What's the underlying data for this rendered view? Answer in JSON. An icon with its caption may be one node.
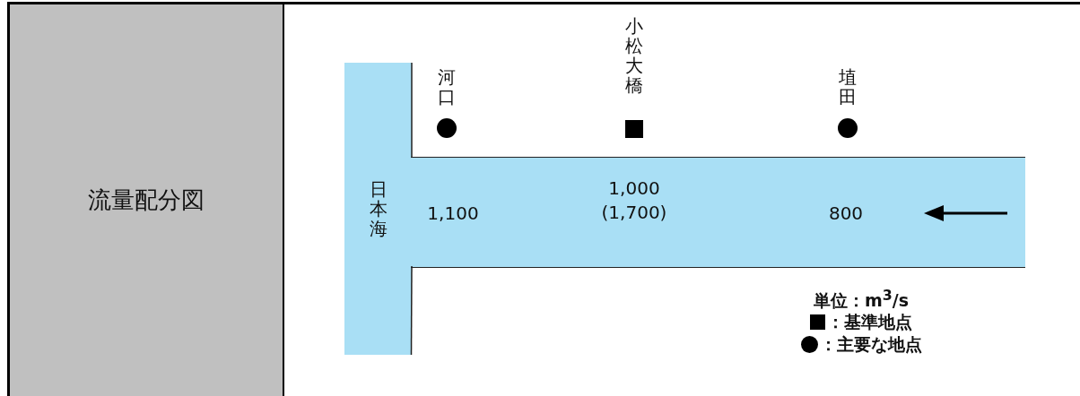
{
  "diagram": {
    "nodes": [
      {
        "text": [
          "流量配分図"
        ]
      },
      {
        "text": [
          "日本海"
        ]
      },
      {
        "text": [
          "1,100",
          "1,000 (1,700)",
          "800"
        ]
      },
      {
        "text": [
          "河口"
        ]
      },
      {
        "text": [],
        "shape": "circle"
      },
      {
        "text": [
          "小松大橋"
        ]
      },
      {
        "text": [],
        "shape": "box"
      },
      {
        "text": [
          "埴田"
        ]
      },
      {
        "text": [],
        "shape": "circle"
      }
    ],
    "labels": [
      "単位：m$^{3}$/s"
    ],
    "legend": [
      {
        "text": "：基準地点"
      },
      {
        "text": "：主要な地点"
      }
    ]
  }
}
